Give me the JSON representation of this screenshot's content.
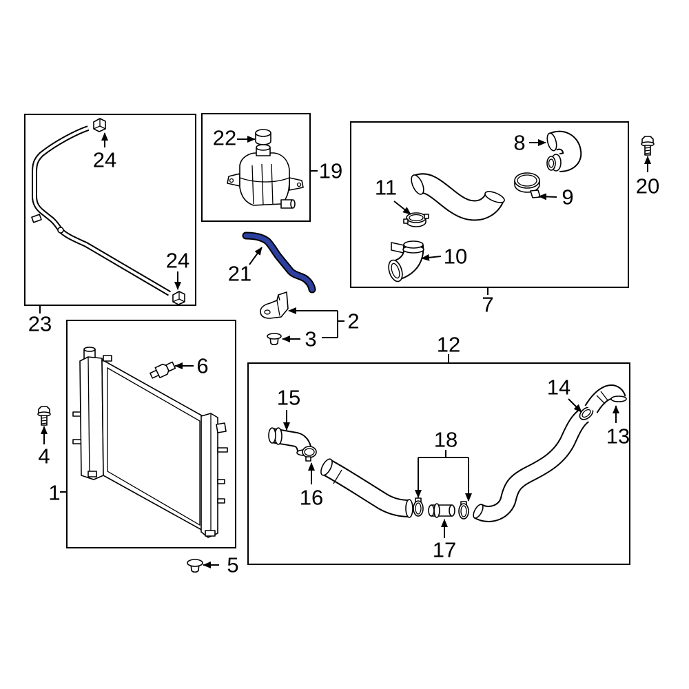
{
  "labels": {
    "radiator": "1",
    "bracket_kit": "2",
    "grommet_a": "3",
    "bolt_a": "4",
    "grommet_b": "5",
    "sensor": "6",
    "upper_group": "7",
    "part_8": "8",
    "part_9": "9",
    "part_10": "10",
    "part_11": "11",
    "lower_group": "12",
    "part_13": "13",
    "part_14": "14",
    "part_15": "15",
    "part_16": "16",
    "part_17": "17",
    "part_18": "18",
    "reservoir_group": "19",
    "bolt_b": "20",
    "hose_21": "21",
    "cap": "22",
    "pipe_group": "23",
    "clip_a": "24",
    "clip_b": "24"
  },
  "colors": {
    "highlight": "#2d3f9f",
    "outline": "#000000"
  }
}
